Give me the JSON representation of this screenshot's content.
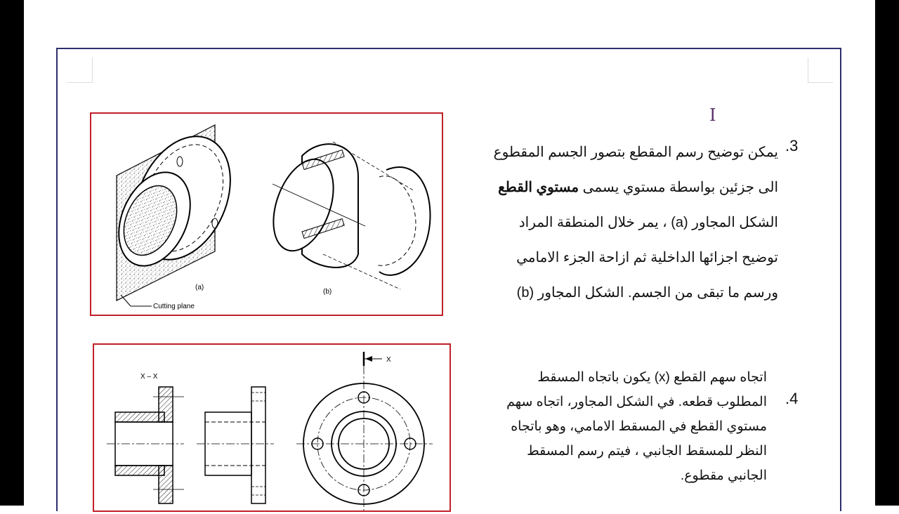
{
  "section3": {
    "number": ".3",
    "line1": "يمكن توضيح رسم المقطع بتصور الجسم المقطوع",
    "line2_pre": "الى جزئين بواسطة مستوي يسمى ",
    "line2_bold": "مستوي القطع",
    "line3": "الشكل المجاور (a) ، يمر خلال المنطقة المراد",
    "line4": "توضيح اجزائها الداخلية ثم ازاحة الجزء الامامي",
    "line5": "ورسم ما تبقى من الجسم. الشكل المجاور (b)"
  },
  "figure1": {
    "label_a": "(a)",
    "label_b": "(b)",
    "cutting_plane": "Cutting plane"
  },
  "section4": {
    "number": ".4",
    "line1": "اتجاه سهم القطع (x)   يكون باتجاه المسقط",
    "line2": "المطلوب قطعه. في الشكل المجاور، اتجاه سهم",
    "line3": "مستوي القطع في المسقط الامامي، وهو باتجاه",
    "line4": "النظر للمسقط الجانبي ، فيتم رسم المسقط",
    "line5": "الجانبي مقطوع."
  },
  "figure2": {
    "section_label": "X – X",
    "arrow_label": "X"
  }
}
